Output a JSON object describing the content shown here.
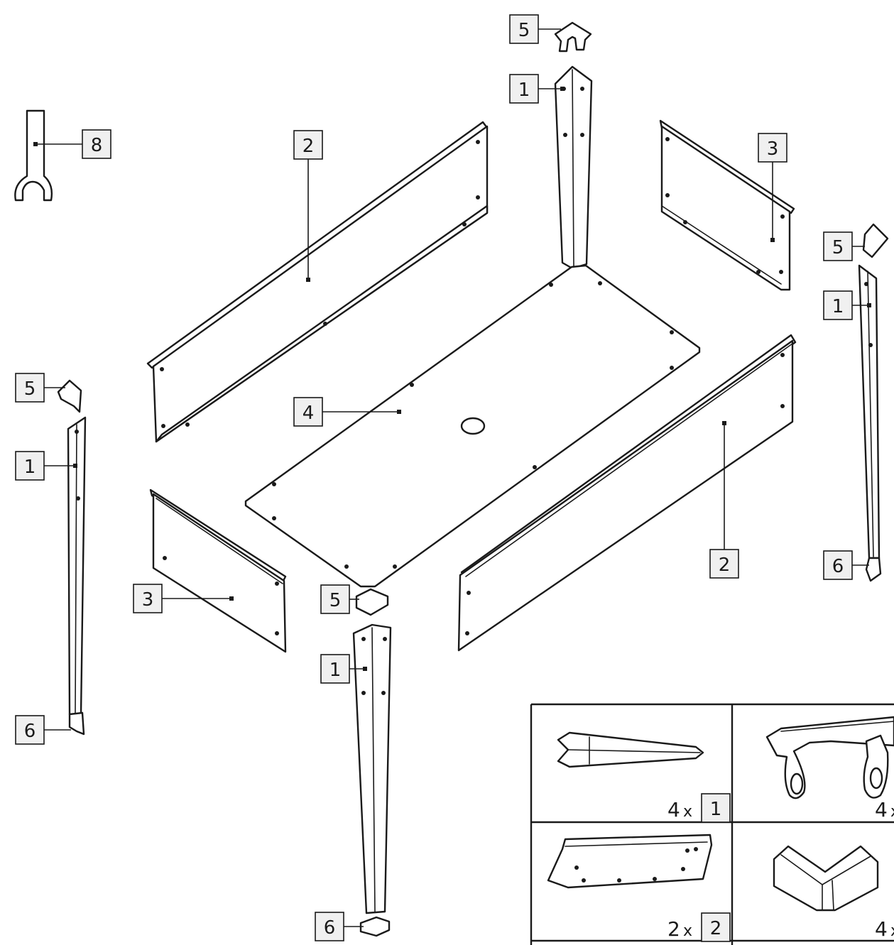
{
  "callouts": {
    "c1": "5",
    "c2": "1",
    "c3": "8",
    "c4": "2",
    "c5": "3",
    "c6": "5",
    "c7": "1",
    "c8": "5",
    "c9": "4",
    "c10": "1",
    "c11": "2",
    "c12": "6",
    "c13": "3",
    "c14": "5",
    "c15": "1",
    "c16": "6",
    "c17": "6"
  },
  "table": {
    "r1c1": {
      "qty": "4",
      "sep": "x",
      "part": "1"
    },
    "r1c2": {
      "qty": "4",
      "sep": "x"
    },
    "r2c1": {
      "qty": "2",
      "sep": "x",
      "part": "2"
    },
    "r2c2": {
      "qty": "4",
      "sep": "x"
    }
  },
  "colors": {
    "line": "#1a1a1a",
    "callout_fill": "#f0f0f0",
    "background": "#ffffff"
  }
}
